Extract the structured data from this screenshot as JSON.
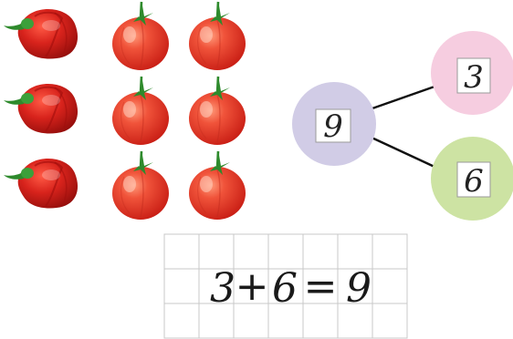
{
  "items": {
    "peppers": {
      "icon": "red-bell-pepper-icon",
      "count": 3
    },
    "tomatoes": {
      "icon": "tomato-icon",
      "count": 6
    }
  },
  "number_bond": {
    "whole": "9",
    "part_top": "3",
    "part_bottom": "6",
    "colors": {
      "whole": "#d1cce6",
      "part_top": "#f6cde0",
      "part_bottom": "#cde3a3"
    }
  },
  "equation": {
    "a": "3",
    "op": "+",
    "b": "6",
    "eq": "=",
    "result": "9"
  },
  "colors": {
    "pepper": "#d8231c",
    "tomato": "#ee4a32",
    "leaf": "#2e8a2c",
    "grid": "#c8c8c8"
  }
}
